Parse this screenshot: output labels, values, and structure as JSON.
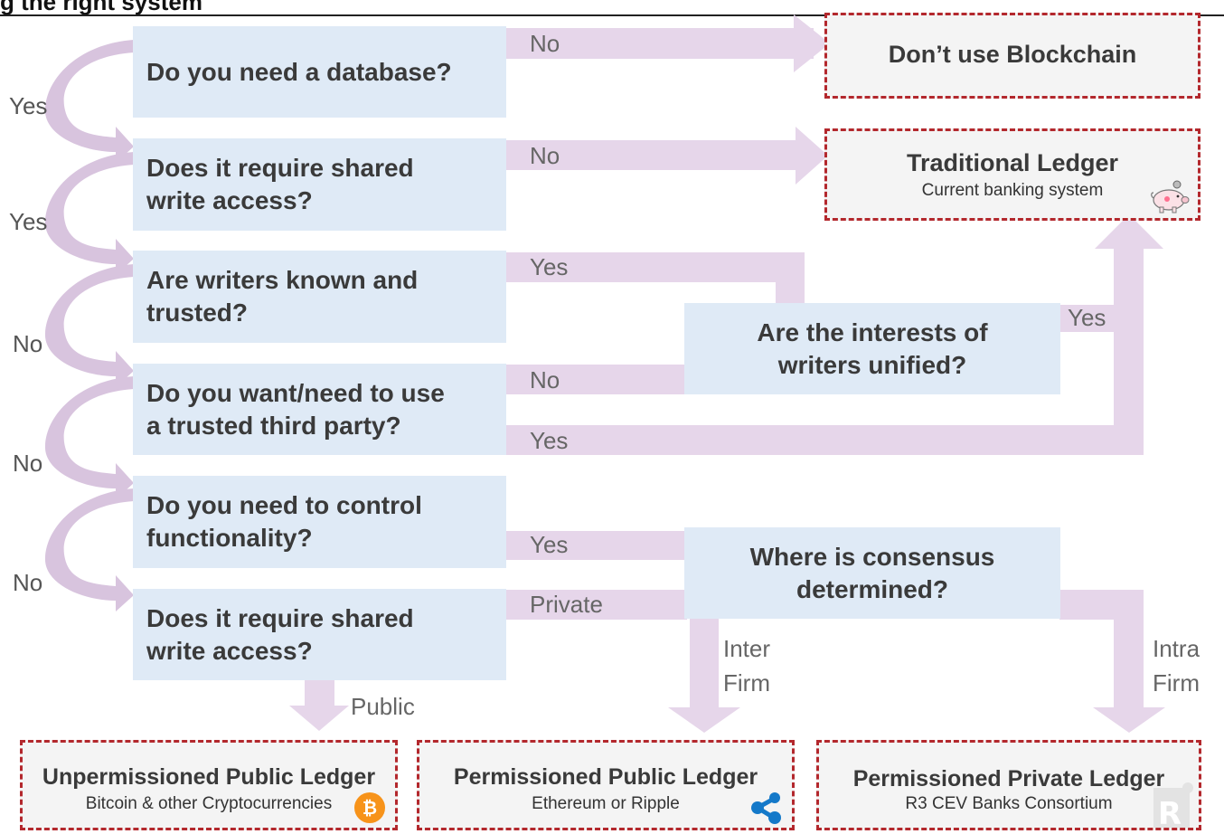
{
  "header": {
    "title": "g the right system"
  },
  "questions": {
    "q1": "Do you need a database?",
    "q2": "Does it require shared\nwrite access?",
    "q3": "Are writers known and\ntrusted?",
    "q4": "Do you want/need to use\na trusted third party?",
    "q5": "Do you need to control\nfunctionality?",
    "q6": "Does it require shared\nwrite access?",
    "q7": "Are the interests of\nwriters unified?",
    "q8": "Where is consensus\ndetermined?"
  },
  "flow_labels": {
    "q1_no": "No",
    "q2_no": "No",
    "q3_yes": "Yes",
    "q4_no": "No",
    "q4_yes": "Yes",
    "q5_yes": "Yes",
    "q6_private": "Private",
    "q6_public": "Public",
    "q7_yes": "Yes",
    "inter_1": "Inter",
    "inter_2": "Firm",
    "intra_1": "Intra",
    "intra_2": "Firm"
  },
  "side_labels": [
    "Yes",
    "Yes",
    "No",
    "No",
    "No"
  ],
  "results": {
    "dont_use": {
      "title": "Don’t use Blockchain"
    },
    "traditional": {
      "title": "Traditional Ledger",
      "subtitle": "Current banking system",
      "icon": "piggy-bank-icon"
    },
    "unpermissioned": {
      "title": "Unpermissioned Public Ledger",
      "subtitle": "Bitcoin & other Cryptocurrencies",
      "icon": "bitcoin-icon"
    },
    "permissioned_public": {
      "title": "Permissioned Public Ledger",
      "subtitle": "Ethereum or Ripple",
      "icon": "ripple-icon"
    },
    "permissioned_private": {
      "title": "Permissioned Private Ledger",
      "subtitle": "R3 CEV Banks Consortium",
      "icon": "r3-logo-icon"
    }
  },
  "colors": {
    "question_fill": "#dfeaf6",
    "connector_fill": "#e6d6ea",
    "result_border": "#b3282d",
    "bitcoin_orange": "#f7931a",
    "ripple_blue": "#1479c9"
  }
}
